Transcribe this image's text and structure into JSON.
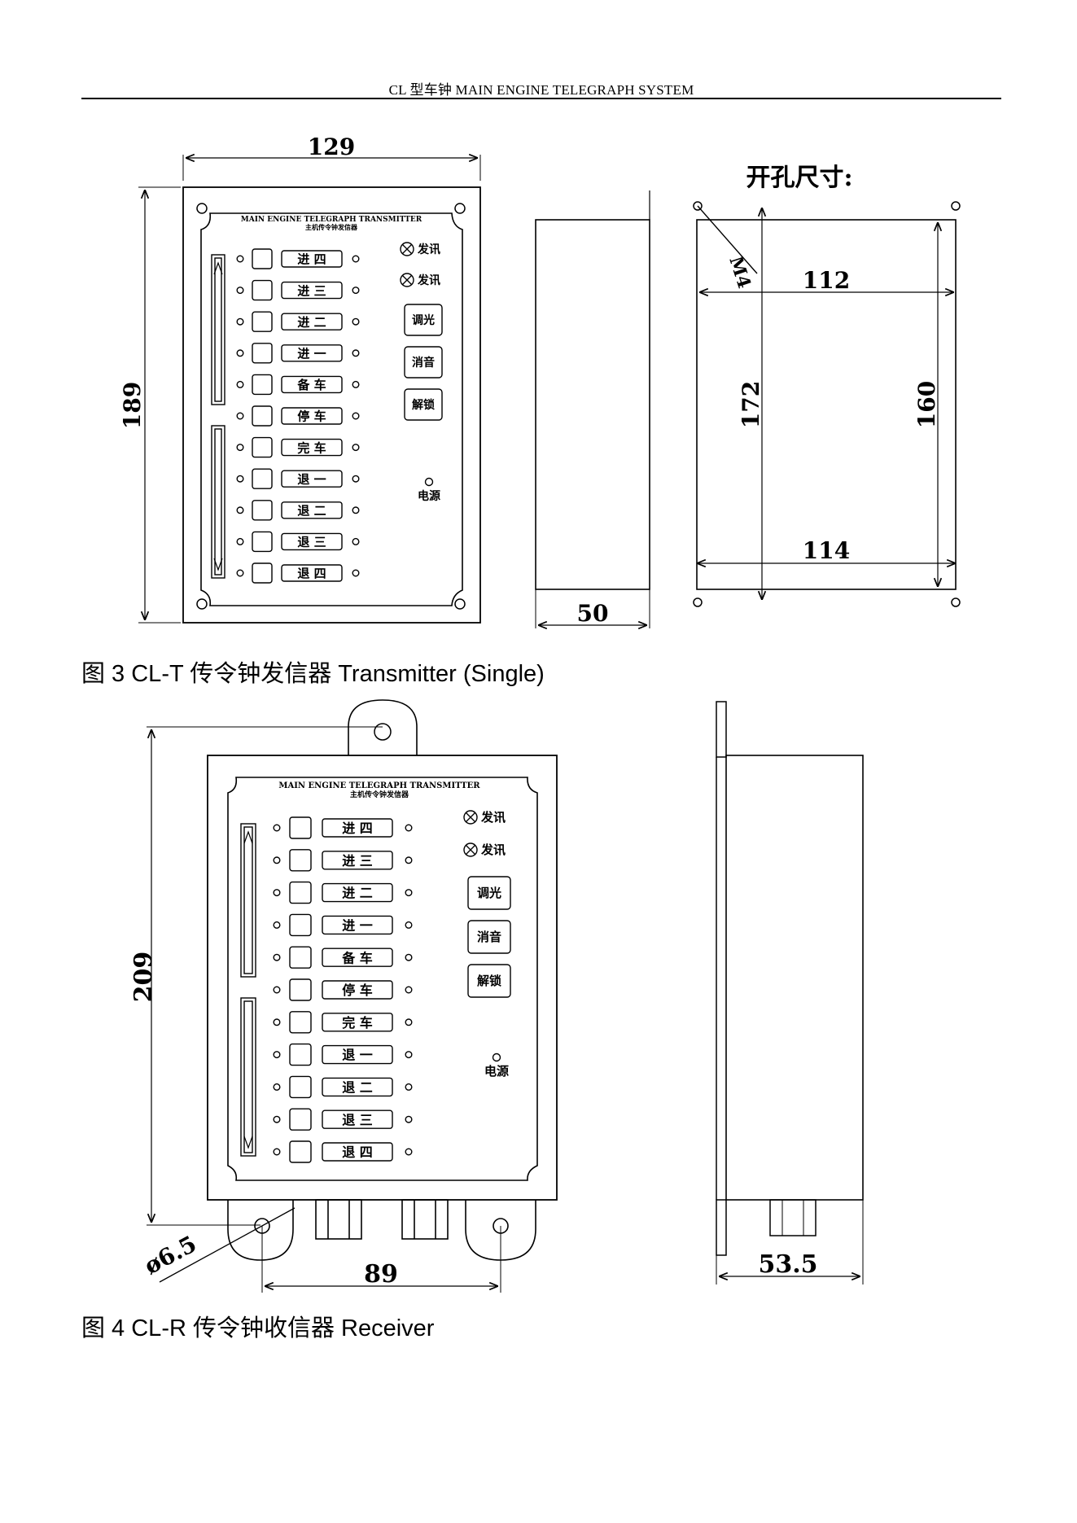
{
  "header": {
    "title": "CL 型车钟  MAIN ENGINE TELEGRAPH SYSTEM"
  },
  "fig3": {
    "caption": "图 3 CL-T  传令钟发信器 Transmitter (Single)",
    "dims": {
      "width": "129",
      "height": "189",
      "depth": "50"
    },
    "cutout": {
      "title": "开孔尺寸:",
      "screw": "M4",
      "top": "112",
      "bottom": "114",
      "left": "172",
      "right": "160"
    }
  },
  "fig4": {
    "caption": "图 4 CL-R  传令钟收信器  Receiver",
    "dims": {
      "height": "209",
      "hole": "ø6.5",
      "spacing": "89",
      "depth": "53.5"
    }
  },
  "panel": {
    "title_en": "MAIN ENGINE TELEGRAPH TRANSMITTER",
    "title_cn": "主机传令钟发信器",
    "orders": [
      "进 四",
      "进 三",
      "进 二",
      "进 一",
      "备 车",
      "停 车",
      "完 车",
      "退 一",
      "退 二",
      "退 三",
      "退 四"
    ],
    "indicators": [
      "发讯",
      "发讯"
    ],
    "buttons": [
      "调光",
      "消音",
      "解锁"
    ],
    "power": "电源"
  }
}
